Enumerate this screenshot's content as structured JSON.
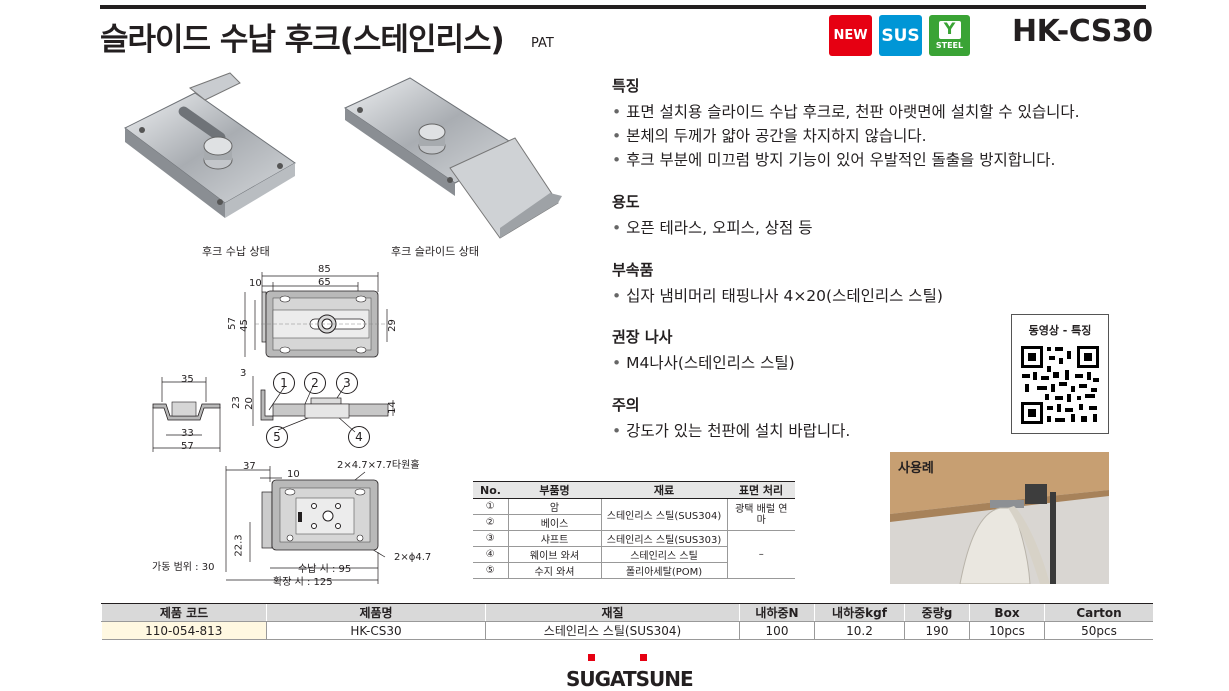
{
  "header": {
    "title": "슬라이드 수납 후크(스테인리스)",
    "pat": "PAT",
    "badges": {
      "new": "NEW",
      "sus": "SUS",
      "steel_icon": "Y",
      "steel": "STEEL"
    },
    "model_code": "HK-CS30",
    "colors": {
      "new": "#e60012",
      "sus": "#0096d6",
      "steel": "#3aa335"
    }
  },
  "photos": {
    "caption_stored": "후크 수납 상태",
    "caption_slide": "후크 슬라이드 상태"
  },
  "drawing": {
    "d85": "85",
    "d65": "65",
    "d10a": "10",
    "d57": "57",
    "d45": "45",
    "d29": "29",
    "d35": "35",
    "d33": "33",
    "d57b": "57",
    "d3": "3",
    "d23": "23",
    "d20": "20",
    "d14": "14",
    "n1": "1",
    "n2": "2",
    "n3": "3",
    "n4": "4",
    "n5": "5",
    "d37": "37",
    "d10b": "10",
    "slot": "2×4.7×7.7타원홀",
    "hole": "2×ϕ4.7",
    "d22_3": "22.3",
    "range": "가동 범위 : 30",
    "stored": "수납 시 : 95",
    "extended": "확장 시 : 125"
  },
  "features": {
    "heading": "특징",
    "items": [
      "표면 설치용 슬라이드 수납 후크로, 천판 아랫면에 설치할 수 있습니다.",
      "본체의 두께가 얇아 공간을 차지하지 않습니다.",
      "후크 부분에 미끄럼 방지 기능이 있어 우발적인 돌출을 방지합니다."
    ]
  },
  "usage": {
    "heading": "용도",
    "items": [
      "오픈 테라스, 오피스, 상점 등"
    ]
  },
  "accessories": {
    "heading": "부속품",
    "items": [
      "십자 냄비머리 태핑나사 4×20(스테인리스 스틸)"
    ]
  },
  "screws": {
    "heading": "권장 나사",
    "items": [
      "M4나사(스테인리스 스틸)"
    ]
  },
  "caution": {
    "heading": "주의",
    "items": [
      "강도가 있는 천판에 설치 바랍니다."
    ]
  },
  "qr": {
    "label": "동영상 - 특징"
  },
  "example": {
    "label": "사용례"
  },
  "parts_table": {
    "headers": [
      "No.",
      "부품명",
      "재료",
      "표면 처리"
    ],
    "rows": [
      {
        "no": "①",
        "name": "암",
        "material": "스테인리스 스틸(SUS304)",
        "finish": "광택 배럴 연마"
      },
      {
        "no": "②",
        "name": "베이스",
        "material": "",
        "finish": ""
      },
      {
        "no": "③",
        "name": "샤프트",
        "material": "스테인리스 스틸(SUS303)",
        "finish": "–"
      },
      {
        "no": "④",
        "name": "웨이브 와셔",
        "material": "스테인리스 스틸",
        "finish": ""
      },
      {
        "no": "⑤",
        "name": "수지 와셔",
        "material": "폴리아세탈(POM)",
        "finish": ""
      }
    ]
  },
  "spec_table": {
    "headers": [
      "제품 코드",
      "제품명",
      "재질",
      "내하중N",
      "내하중kgf",
      "중량g",
      "Box",
      "Carton"
    ],
    "row": [
      "110-054-813",
      "HK-CS30",
      "스테인리스 스틸(SUS304)",
      "100",
      "10.2",
      "190",
      "10pcs",
      "50pcs"
    ]
  },
  "footer": {
    "logo": "SUGATSUNE"
  }
}
